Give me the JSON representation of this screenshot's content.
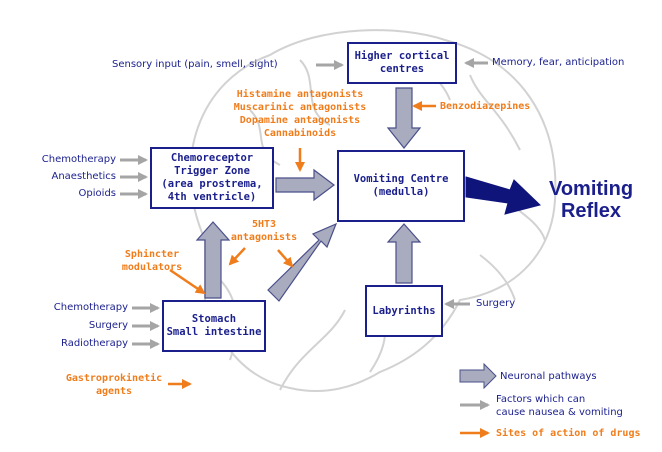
{
  "boxes": {
    "higher_cortical": [
      "Higher cortical",
      "centres"
    ],
    "ctz": [
      "Chemoreceptor",
      "Trigger Zone",
      "(area prostrema,",
      "4th ventricle)"
    ],
    "vomiting_centre": [
      "Vomiting Centre",
      "(medulla)"
    ],
    "stomach": [
      "Stomach",
      "Small intestine"
    ],
    "labyrinths": [
      "Labyrinths"
    ]
  },
  "outcome": [
    "Vomiting",
    "Reflex"
  ],
  "factors": {
    "sensory_input": "Sensory input (pain, smell, sight)",
    "memory": "Memory, fear, anticipation",
    "ctz_factors": [
      "Chemotherapy",
      "Anaesthetics",
      "Opioids"
    ],
    "stomach_factors": [
      "Chemotherapy",
      "Surgery",
      "Radiotherapy"
    ],
    "labyrinth_factor": "Surgery"
  },
  "drugs": {
    "ctz_drugs": [
      "Histamine antagonists",
      "Muscarinic antagonists",
      "Dopamine antagonists",
      "Cannabinoids"
    ],
    "benzodiazepines": "Benzodiazepines",
    "ht3": [
      "5HT3",
      "antagonists"
    ],
    "sphincter": [
      "Sphincter",
      "modulators"
    ],
    "gastroprokinetic": [
      "Gastroprokinetic",
      "agents"
    ]
  },
  "legend": {
    "neuronal": "Neuronal pathways",
    "factors": [
      "Factors which can",
      "cause nausea & vomiting"
    ],
    "sites": "Sites of action of drugs"
  },
  "colors": {
    "box_border": "#1a1f8c",
    "neuronal_fill": "#a9abbf",
    "neuronal_stroke": "#4a4f8a",
    "factor_arrow": "#a5a5a5",
    "drug_orange": "#f07d1c",
    "brain_outline": "#d2d2d2",
    "reflex_arrow": "#0f147a"
  }
}
